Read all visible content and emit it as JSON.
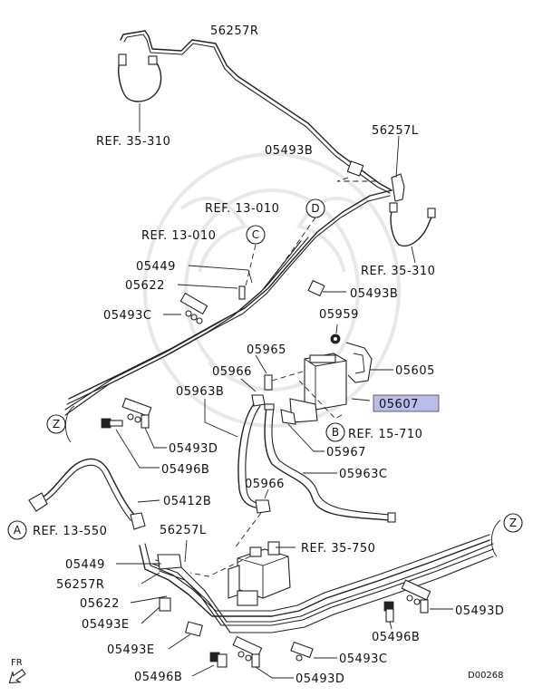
{
  "diagram": {
    "labels": {
      "l_56257R_top": "56257R",
      "l_ref35310_left": "REF. 35-310",
      "l_56257L_top": "56257L",
      "l_05493B_1": "05493B",
      "l_ref13010_d": "REF. 13-010",
      "l_ref13010_c": "REF. 13-010",
      "l_ref35310_right": "REF. 35-310",
      "l_05449_top": "05449",
      "l_05622_top": "05622",
      "l_05493B_2": "05493B",
      "l_05493C_top": "05493C",
      "l_05959": "05959",
      "l_05965": "05965",
      "l_05966_top": "05966",
      "l_05605": "05605",
      "l_05963B": "05963B",
      "l_05607": "05607",
      "l_ref15710": "REF. 15-710",
      "l_05493D_mid": "05493D",
      "l_05967": "05967",
      "l_05496B_mid": "05496B",
      "l_05963C": "05963C",
      "l_05966_bot": "05966",
      "l_05412B": "05412B",
      "l_ref13550": "REF. 13-550",
      "l_56257L_bot": "56257L",
      "l_ref35750": "REF. 35-750",
      "l_05449_bot": "05449",
      "l_56257R_bot": "56257R",
      "l_05622_bot": "05622",
      "l_05493E_1": "05493E",
      "l_05496B_right": "05496B",
      "l_05493D_right": "05493D",
      "l_05493E_2": "05493E",
      "l_05493C_bot": "05493C",
      "l_05496B_bot": "05496B",
      "l_05493D_bot": "05493D",
      "l_fr": "FR",
      "l_code": "D00268"
    },
    "callouts": {
      "c_D": "D",
      "c_C": "C",
      "c_Z_left": "Z",
      "c_B": "B",
      "c_A": "A",
      "c_Z_right": "Z"
    },
    "highlight_color": "#b8bce8"
  }
}
